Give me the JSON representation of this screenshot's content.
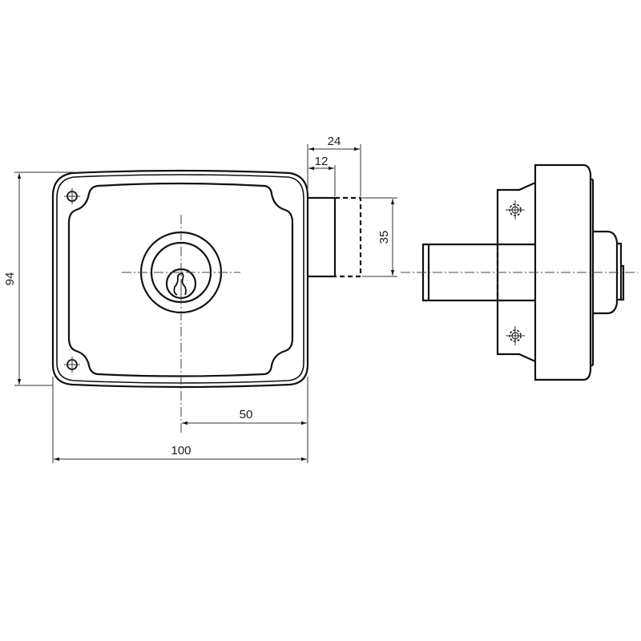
{
  "drawing": {
    "subject": "rim lock technical drawing",
    "views": [
      "front-view",
      "side-view"
    ],
    "line_color": "#111111",
    "background": "#ffffff"
  },
  "dimensions": {
    "height": "94",
    "width": "100",
    "half_width": "50",
    "bolt_throw_total": "24",
    "bolt_throw_half": "12",
    "bolt_height": "35"
  }
}
